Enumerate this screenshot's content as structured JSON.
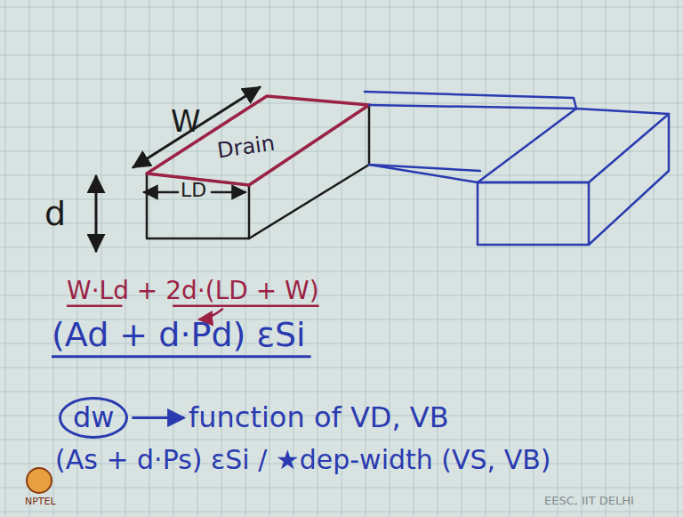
{
  "diagram": {
    "nodes": [
      {
        "text": [
          "Drain"
        ]
      },
      {
        "text": [
          "dw"
        ]
      }
    ],
    "labels": [
      "W",
      "d",
      "LD",
      "W·Ld + 2d·(LD + W)",
      "(Ad + d·Pd) εSi",
      "function of VD, VB",
      "(As + d·Ps) εSi / ★dep-width (VS, VB)",
      "NPTEL",
      "EESC, IIT DELHI"
    ]
  }
}
